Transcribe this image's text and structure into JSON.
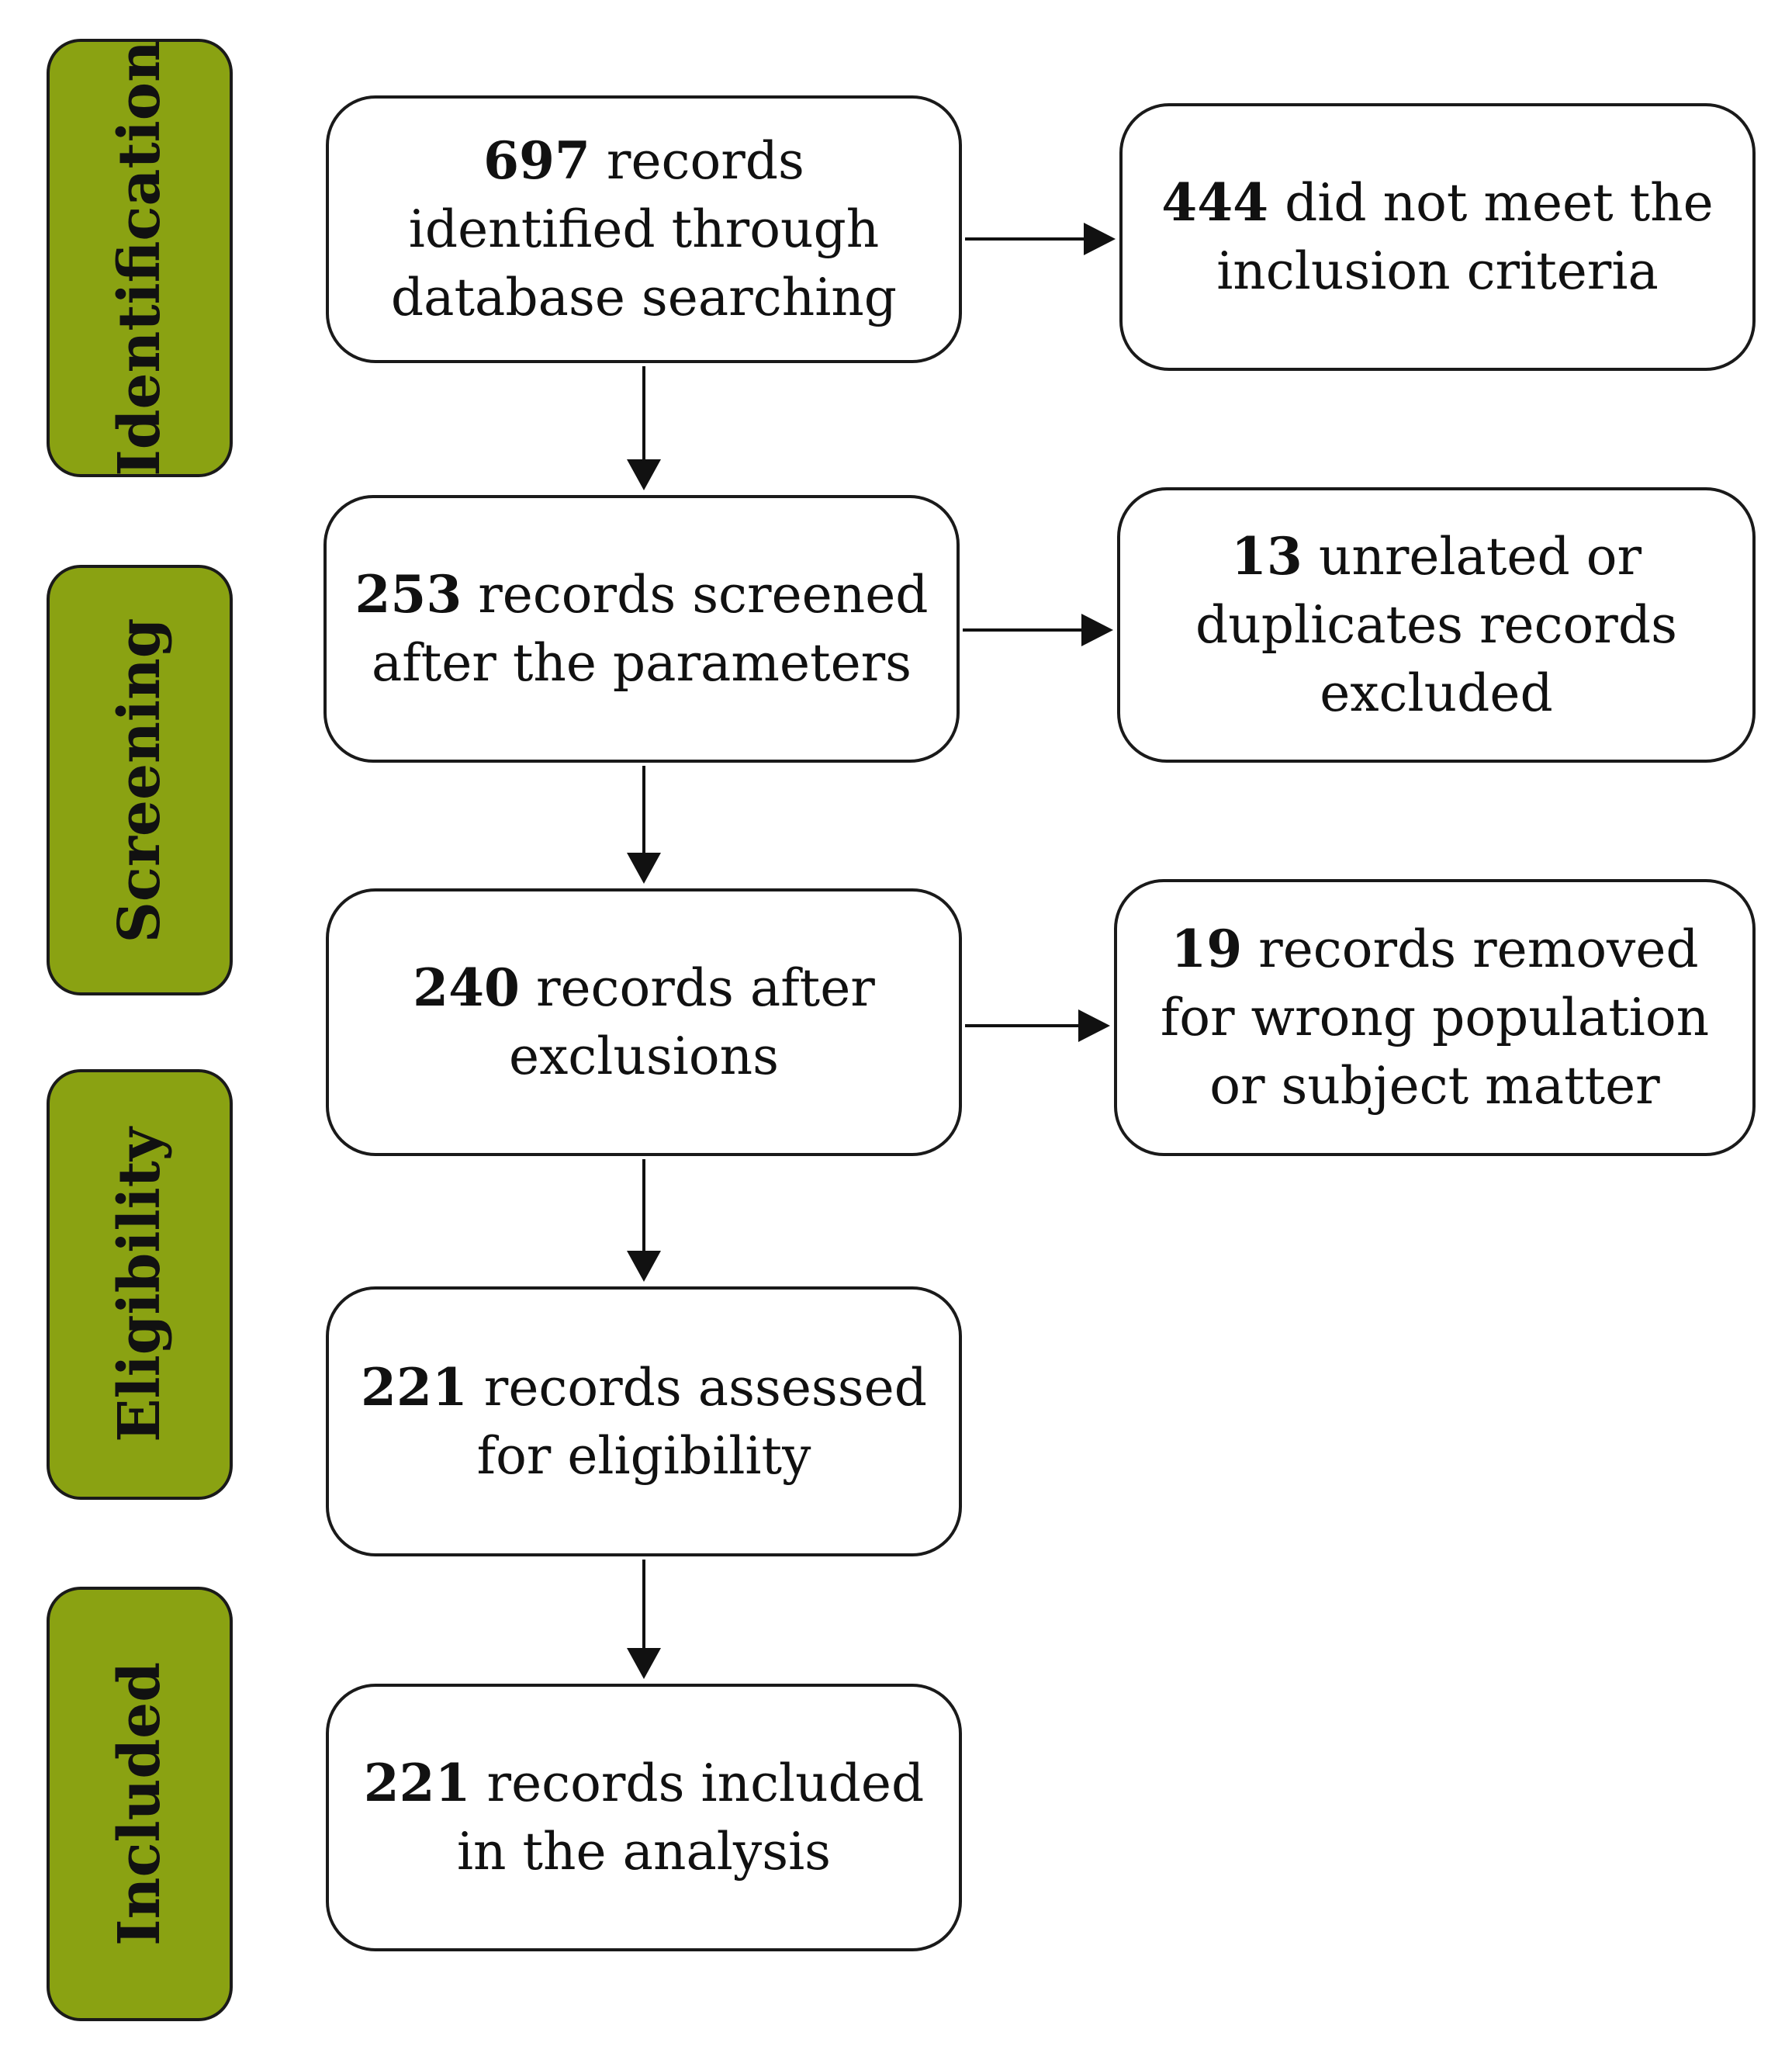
{
  "stages": [
    {
      "id": "identification",
      "label": "Identification"
    },
    {
      "id": "screening",
      "label": "Screening"
    },
    {
      "id": "eligibility",
      "label": "Eligibility"
    },
    {
      "id": "included",
      "label": "Included"
    }
  ],
  "main_flow": [
    {
      "id": "identified",
      "count": "697",
      "text": "records identified through database searching"
    },
    {
      "id": "screened",
      "count": "253",
      "text": "records screened after the parameters"
    },
    {
      "id": "after_exclusions",
      "count": "240",
      "text": "records after exclusions"
    },
    {
      "id": "assessed",
      "count": "221",
      "text": "records assessed for eligibility"
    },
    {
      "id": "included",
      "count": "221",
      "text": "records included in the analysis"
    }
  ],
  "exclusions": [
    {
      "id": "not_meet_criteria",
      "count": "444",
      "text": "did not meet the inclusion criteria"
    },
    {
      "id": "unrelated_duplicates",
      "count": "13",
      "text": "unrelated or duplicates records excluded"
    },
    {
      "id": "wrong_population",
      "count": "19",
      "text": "records removed for wrong population or subject matter"
    }
  ],
  "colors": {
    "stage_fill": "#8aa212",
    "border": "#1a1a1a",
    "box_fill": "#ffffff"
  }
}
